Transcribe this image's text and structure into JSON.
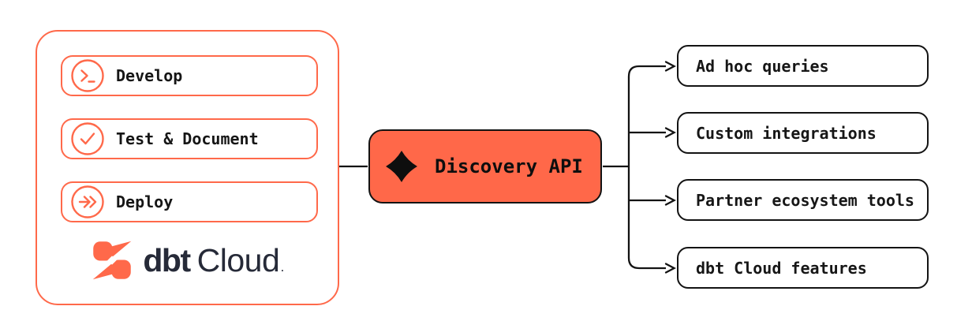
{
  "diagram": {
    "left_panel": {
      "items": [
        {
          "label": "Develop",
          "icon": "terminal-prompt-icon"
        },
        {
          "label": "Test & Document",
          "icon": "check-circle-icon"
        },
        {
          "label": "Deploy",
          "icon": "double-arrow-icon"
        }
      ],
      "logo": {
        "bold_text": "dbt",
        "regular_text": "Cloud",
        "tm_dot": "."
      }
    },
    "api_node": {
      "label": "Discovery API",
      "icon": "sparkle-icon"
    },
    "outputs": [
      {
        "label": "Ad hoc queries"
      },
      {
        "label": "Custom integrations"
      },
      {
        "label": "Partner ecosystem tools"
      },
      {
        "label": "dbt Cloud features"
      }
    ],
    "colors": {
      "coral": "#FF694A",
      "api_fill": "#FF6849",
      "ink": "#131313",
      "navy": "#262A38",
      "background": "#FFFFFF"
    }
  }
}
